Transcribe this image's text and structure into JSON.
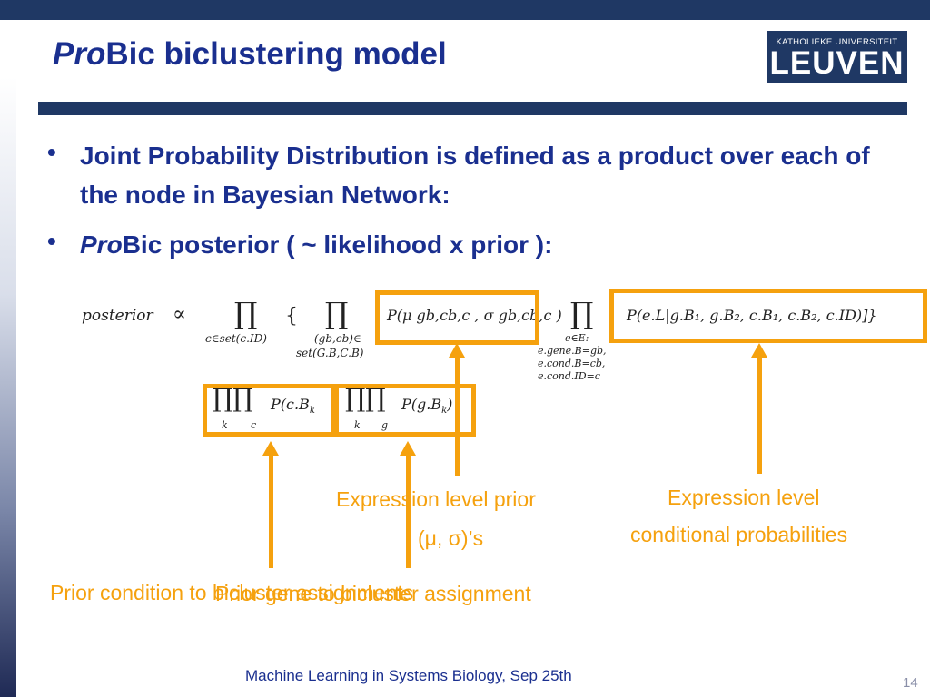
{
  "slide": {
    "title_italic": "Pro",
    "title_rest": "Bic biclustering model",
    "logo_top": "KATHOLIEKE UNIVERSITEIT",
    "logo_main": "LEUVEN",
    "bullets": [
      {
        "text": "Joint Probability Distribution is defined as a product over each of the node in Bayesian Network:"
      },
      {
        "italic": "Pro",
        "text": "Bic posterior ( ~ likelihood x prior ):"
      }
    ],
    "formula": {
      "lhs": "posterior",
      "prop": "∝",
      "prod_sym": "∏",
      "sub1": "c∈set(c.ID)",
      "brace_open": "{",
      "sub2a": "(gb,cb)∈",
      "sub2b": "set(G.B,C.B)",
      "term1": "P(μ gb,cb,c , σ gb,cb,c )",
      "sub3a": "e∈E:",
      "sub3b": "e.gene.B=gb,",
      "sub3c": "e.cond.B=cb,",
      "sub3d": "e.cond.ID=c",
      "term2": "P(e.L|g.B₁, g.B₂, c.B₁, c.B₂, c.ID)]}",
      "prior1_prods": "∏∏",
      "prior1_term": "P(c.B",
      "prior1_k": "k",
      "prior1_sub_k": "k",
      "prior1_sub_c": "c",
      "prior2_prods": "∏∏",
      "prior2_term": "P(g.B",
      "prior2_k": "k",
      "prior2_sub_k": "k",
      "prior2_sub_g": "g",
      "close_paren": ")"
    },
    "labels": {
      "expr_prior_1": "Expression level prior",
      "expr_prior_2": "(μ, σ)’s",
      "expr_cond_1": "Expression level",
      "expr_cond_2": "conditional probabilities",
      "prior_cond": "Prior condition to bicluster assignments",
      "prior_gene": "Prior gene to bicluster assignment"
    },
    "footer": "Machine Learning in Systems Biology, Sep 25th",
    "page_number": "14"
  },
  "colors": {
    "title": "#1a2f8f",
    "bar": "#1f3864",
    "highlight": "#f5a10e"
  }
}
